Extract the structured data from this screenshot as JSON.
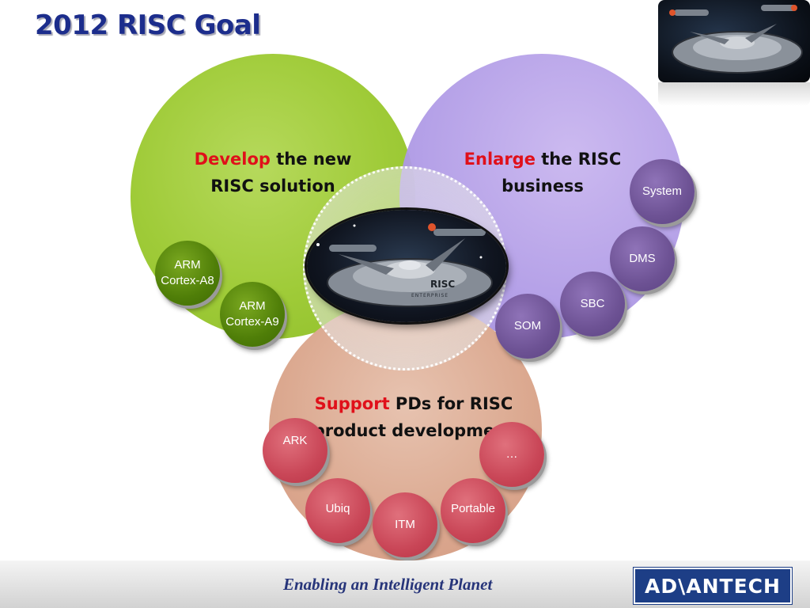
{
  "title": "2012 RISC Goal",
  "circles": {
    "develop": {
      "highlight": "Develop",
      "rest": " the new",
      "line2": "RISC solution"
    },
    "enlarge": {
      "highlight": "Enlarge",
      "rest": " the RISC",
      "line2": "business"
    },
    "support": {
      "highlight": "Support",
      "rest": " PDs for RISC",
      "line2": "product development"
    }
  },
  "develop_items": [
    {
      "line1": "ARM",
      "line2": "Cortex-A8"
    },
    {
      "line1": "ARM",
      "line2": "Cortex-A9"
    }
  ],
  "enlarge_items": [
    "System",
    "DMS",
    "SBC",
    "SOM"
  ],
  "support_items": [
    "ARK",
    "…",
    "Ubiq",
    "ITM",
    "Portable"
  ],
  "ship_text": {
    "name": "RISC",
    "sub": "ENTERPRISE"
  },
  "footer": {
    "tagline": "Enabling an Intelligent Planet",
    "logo": "AD\\ANTECH"
  },
  "colors": {
    "title": "#1c2d8c",
    "highlight": "#e0101a",
    "green_circle": "#9fcb38",
    "purple_circle": "#b09be6",
    "pink_circle": "#dba88f",
    "green_bubble": "#4f7e08",
    "purple_bubble": "#6d5294",
    "red_bubble": "#c94657",
    "logo_bg": "#1d3e86"
  }
}
